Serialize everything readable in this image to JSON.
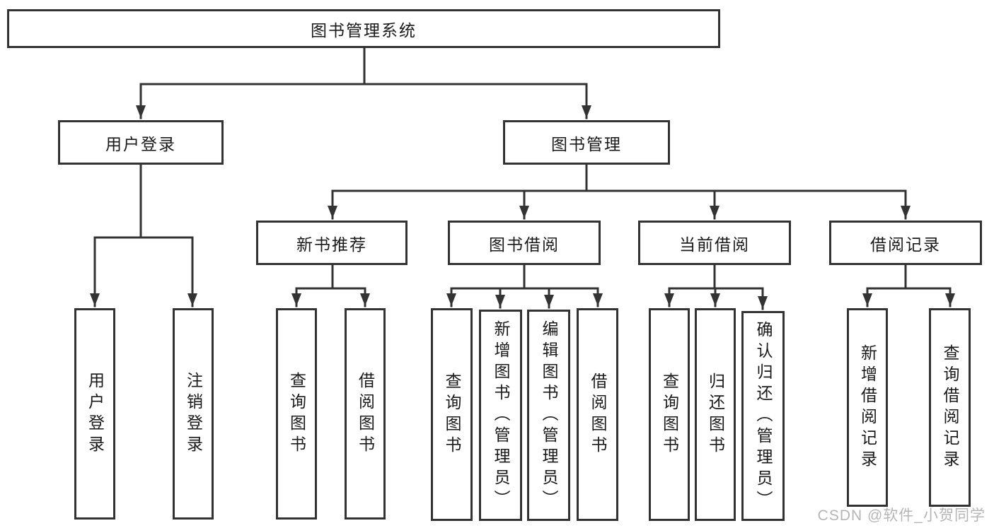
{
  "colors": {
    "background": "#ffffff",
    "box_border": "#333333",
    "connector": "#333333",
    "label_text": "#1a1a1a",
    "watermark_text": "#b5b5b5"
  },
  "watermark": "CSDN @软件_小贺同学",
  "tree": {
    "root": {
      "label": "图书管理系统",
      "children": [
        {
          "label": "用户登录",
          "children": [
            {
              "label": "用户登录"
            },
            {
              "label": "注销登录"
            }
          ]
        },
        {
          "label": "图书管理",
          "children": [
            {
              "label": "新书推荐",
              "children": [
                {
                  "label": "查询图书"
                },
                {
                  "label": "借阅图书"
                }
              ]
            },
            {
              "label": "图书借阅",
              "children": [
                {
                  "label": "查询图书"
                },
                {
                  "label": "新增图书（管理员）"
                },
                {
                  "label": "编辑图书（管理员）"
                },
                {
                  "label": "借阅图书"
                }
              ]
            },
            {
              "label": "当前借阅",
              "children": [
                {
                  "label": "查询图书"
                },
                {
                  "label": "归还图书"
                },
                {
                  "label": "确认归还（管理员）"
                }
              ]
            },
            {
              "label": "借阅记录",
              "children": [
                {
                  "label": "新增借阅记录"
                },
                {
                  "label": "查询借阅记录"
                }
              ]
            }
          ]
        }
      ]
    }
  }
}
